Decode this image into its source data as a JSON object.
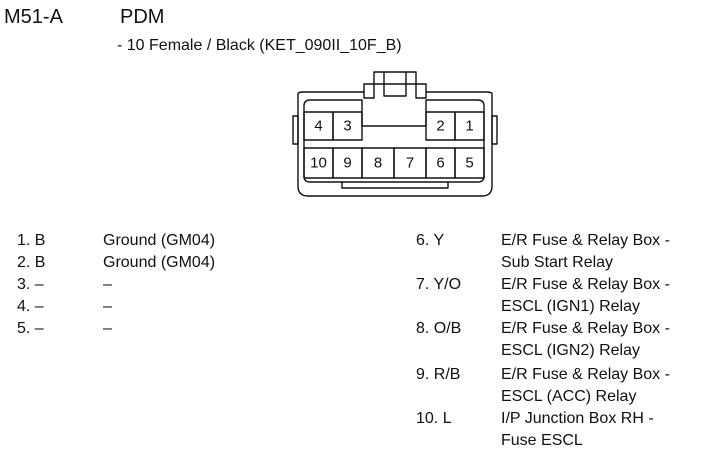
{
  "header": {
    "connector_id": "M51-A",
    "component": "PDM",
    "spec": "- 10 Female / Black (KET_090II_10F_B)"
  },
  "connector": {
    "top_row": [
      "4",
      "3",
      "2",
      "1"
    ],
    "bottom_row": [
      "10",
      "9",
      "8",
      "7",
      "6",
      "5"
    ]
  },
  "pins_left": [
    {
      "pin": "1. B",
      "description": [
        "Ground (GM04)"
      ]
    },
    {
      "pin": "2. B",
      "description": [
        "Ground (GM04)"
      ]
    },
    {
      "pin": "3. –",
      "description": [
        "–"
      ]
    },
    {
      "pin": "4. –",
      "description": [
        "–"
      ]
    },
    {
      "pin": "5. –",
      "description": [
        "–"
      ]
    }
  ],
  "pins_right": [
    {
      "pin": "6. Y",
      "description": [
        "E/R Fuse & Relay Box -",
        "Sub Start Relay"
      ]
    },
    {
      "pin": "7. Y/O",
      "description": [
        "E/R Fuse & Relay Box -",
        "ESCL (IGN1) Relay"
      ]
    },
    {
      "pin": "8. O/B",
      "description": [
        "E/R Fuse & Relay Box -",
        "ESCL (IGN2) Relay"
      ]
    },
    {
      "pin": "9. R/B",
      "description": [
        "E/R Fuse & Relay Box -",
        "ESCL (ACC) Relay"
      ]
    },
    {
      "pin": "10. L",
      "description": [
        "I/P Junction Box RH -",
        "Fuse ESCL"
      ]
    }
  ]
}
